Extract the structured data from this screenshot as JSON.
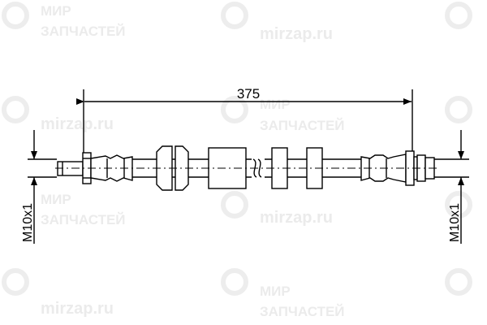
{
  "watermark": {
    "line1": "МИР",
    "line2": "ЗАПЧАСТЕЙ",
    "url": "mirzap.ru"
  },
  "drawing": {
    "length_dimension": "375",
    "left_thread": "M10x1",
    "right_thread": "M10x1"
  }
}
